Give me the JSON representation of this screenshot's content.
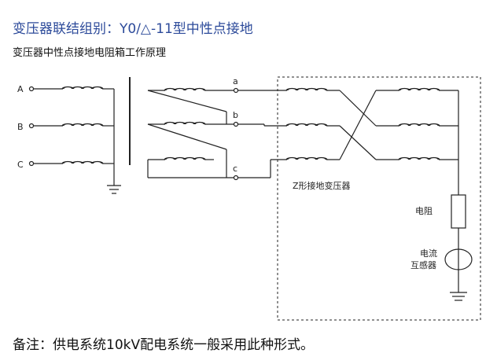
{
  "title": "变压器联结组别：Y0/△-11型中性点接地",
  "subtitle": "变压器中性点接地电阻箱工作原理",
  "note": "备注：供电系统10kV配电系统一般采用此种形式。",
  "primary_terminals": [
    "A",
    "B",
    "C"
  ],
  "secondary_terminals": [
    "a",
    "b",
    "c"
  ],
  "labels": {
    "zigzag_transformer": "Z形接地变压器",
    "resistor": "电阻",
    "current_transformer_line1": "电流",
    "current_transformer_line2": "互感器"
  }
}
